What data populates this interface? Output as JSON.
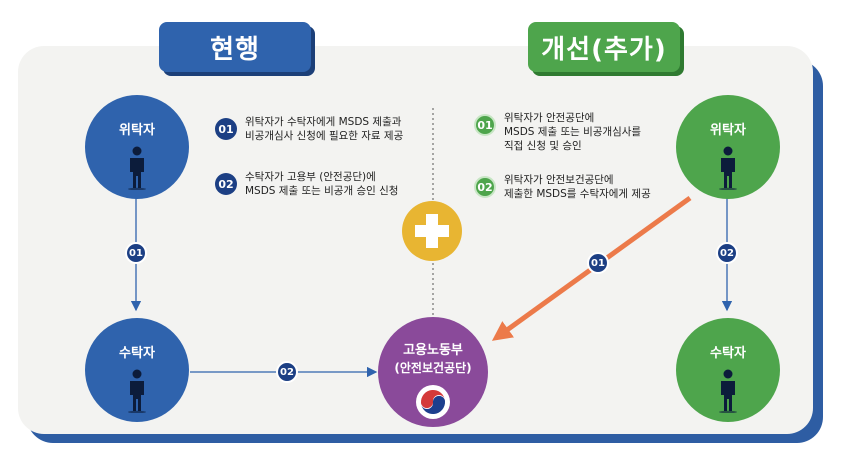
{
  "tabs": {
    "current": "현행",
    "improved": "개선(추가)"
  },
  "left": {
    "consigner": "위탁자",
    "contractor": "수탁자",
    "step1": "01",
    "step2": "02"
  },
  "right": {
    "consigner": "위탁자",
    "contractor": "수탁자",
    "step1": "01",
    "step2": "02"
  },
  "center": {
    "gov_line1": "고용노동부",
    "gov_line2": "(안전보건공단)"
  },
  "current_notes": [
    {
      "num": "01",
      "text": "위탁자가 수탁자에게 MSDS 제출과\n비공개심사 신청에 필요한 자료 제공"
    },
    {
      "num": "02",
      "text": "수탁자가 고용부 (안전공단)에\nMSDS 제출 또는 비공개 승인 신청"
    }
  ],
  "improved_notes": [
    {
      "num": "01",
      "text": "위탁자가 안전공단에\nMSDS 제출 또는 비공개심사를\n직접 신청 및 승인"
    },
    {
      "num": "02",
      "text": "위탁자가 안전보건공단에\n제출한 MSDS를 수탁자에게 제공"
    }
  ],
  "colors": {
    "blue": "#2f63ad",
    "green": "#4ea54c",
    "purple": "#8a4a9a",
    "gold": "#e8b532",
    "orange": "#ec7a4a",
    "navy": "#1c3f84"
  },
  "icons": [
    "person-icon",
    "plus-icon",
    "korea-emblem-icon"
  ]
}
